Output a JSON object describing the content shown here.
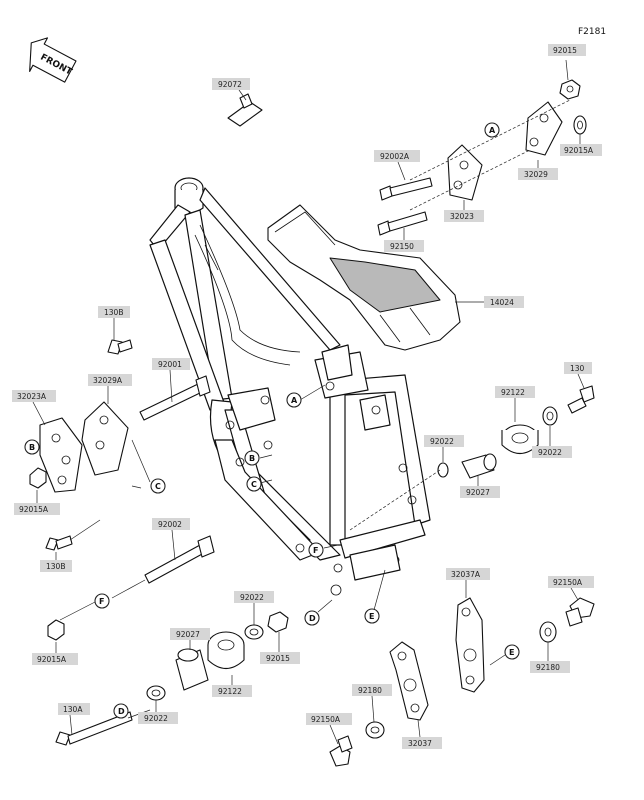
{
  "figure_code": "F2181",
  "front_label": "FRONT",
  "parts": {
    "p92015_top": "92015",
    "p92072": "92072",
    "p92002A": "92002A",
    "p92015A_top": "92015A",
    "p32029": "32029",
    "p32023": "32023",
    "p92150": "92150",
    "p14024": "14024",
    "p130B_top": "130B",
    "p92001": "92001",
    "p32029A": "32029A",
    "p32023A": "32023A",
    "p92015A_left": "92015A",
    "p130B_bottom": "130B",
    "p130": "130",
    "p92122_right": "92122",
    "p92022_right": "92022",
    "p92022_mid": "92022",
    "p92027_right": "92027",
    "p92002": "92002",
    "p92015A_bottom": "92015A",
    "p92027_bottom": "92027",
    "p92022_bottom_center": "92022",
    "p92015_bottom": "92015",
    "p92122_bottom": "92122",
    "p130A": "130A",
    "p92022_bottom_left": "92022",
    "p32037A": "32037A",
    "p92150A_right": "92150A",
    "p92180_right": "92180",
    "p92180_bottom": "92180",
    "p92150A_bottom": "92150A",
    "p32037": "32037"
  },
  "callouts": [
    "A",
    "B",
    "C",
    "D",
    "E",
    "F"
  ]
}
